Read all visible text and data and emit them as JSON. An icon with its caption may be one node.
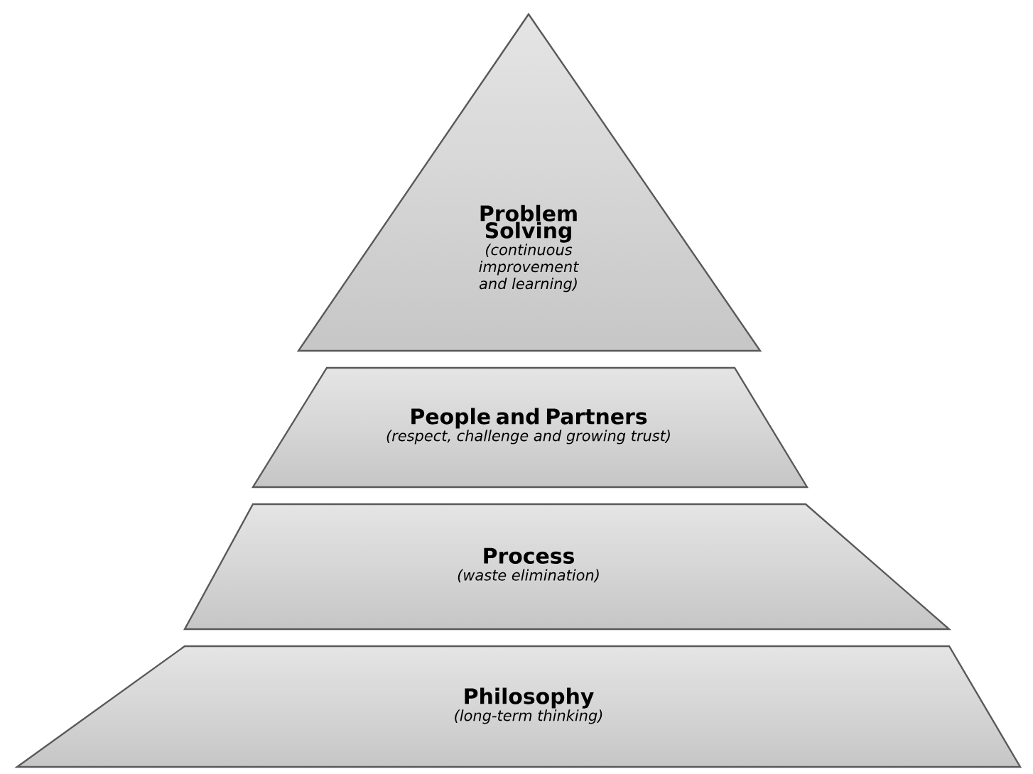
{
  "diagram": {
    "nodes": [
      {
        "text": [
          "Problem Solving",
          "(continuous improvement and learning)"
        ]
      },
      {
        "text": [
          "People and Partners",
          "(respect, challenge and growing trust)"
        ]
      },
      {
        "text": [
          "Process",
          "(waste elimination)"
        ]
      },
      {
        "text": [
          "Philosophy",
          "(long-term thinking)"
        ]
      }
    ]
  }
}
